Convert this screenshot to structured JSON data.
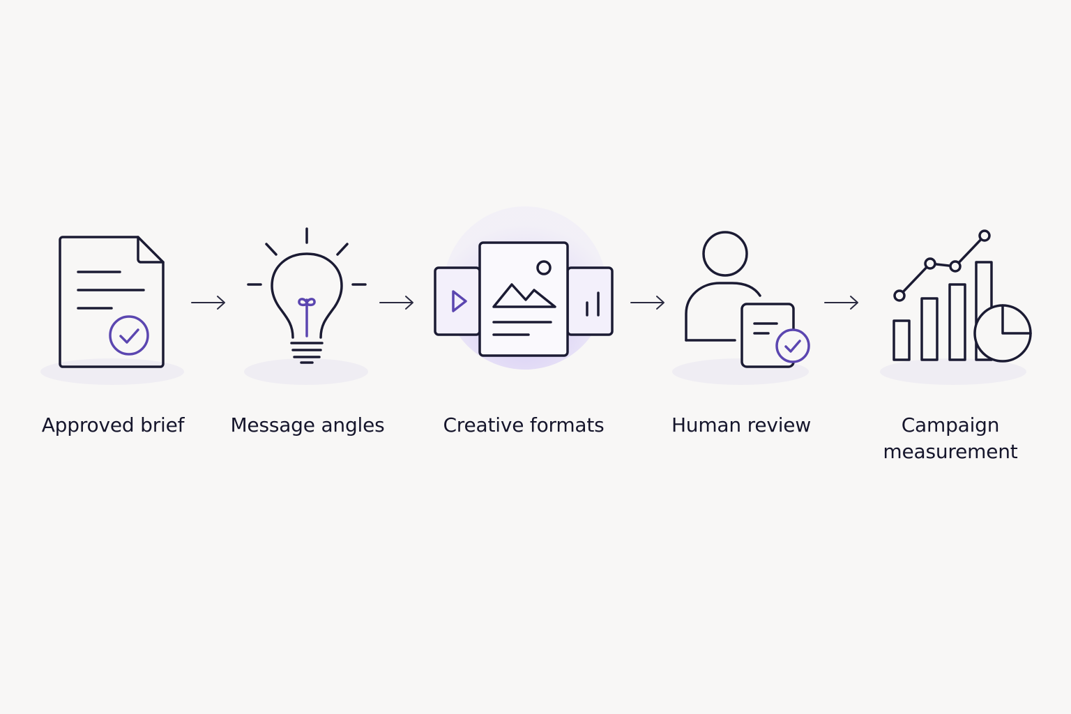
{
  "steps": [
    {
      "label": "Approved brief",
      "icon": "document-check-icon"
    },
    {
      "label": "Message angles",
      "icon": "lightbulb-icon"
    },
    {
      "label": "Creative formats",
      "icon": "media-formats-icon"
    },
    {
      "label": "Human review",
      "icon": "person-review-icon"
    },
    {
      "label_lines": [
        "Campaign",
        "measurement"
      ],
      "icon": "chart-analytics-icon"
    }
  ],
  "colors": {
    "background": "#f8f7f6",
    "stroke": "#1b1b33",
    "accent": "#5b46b0",
    "highlight": "#dcd3f6"
  }
}
